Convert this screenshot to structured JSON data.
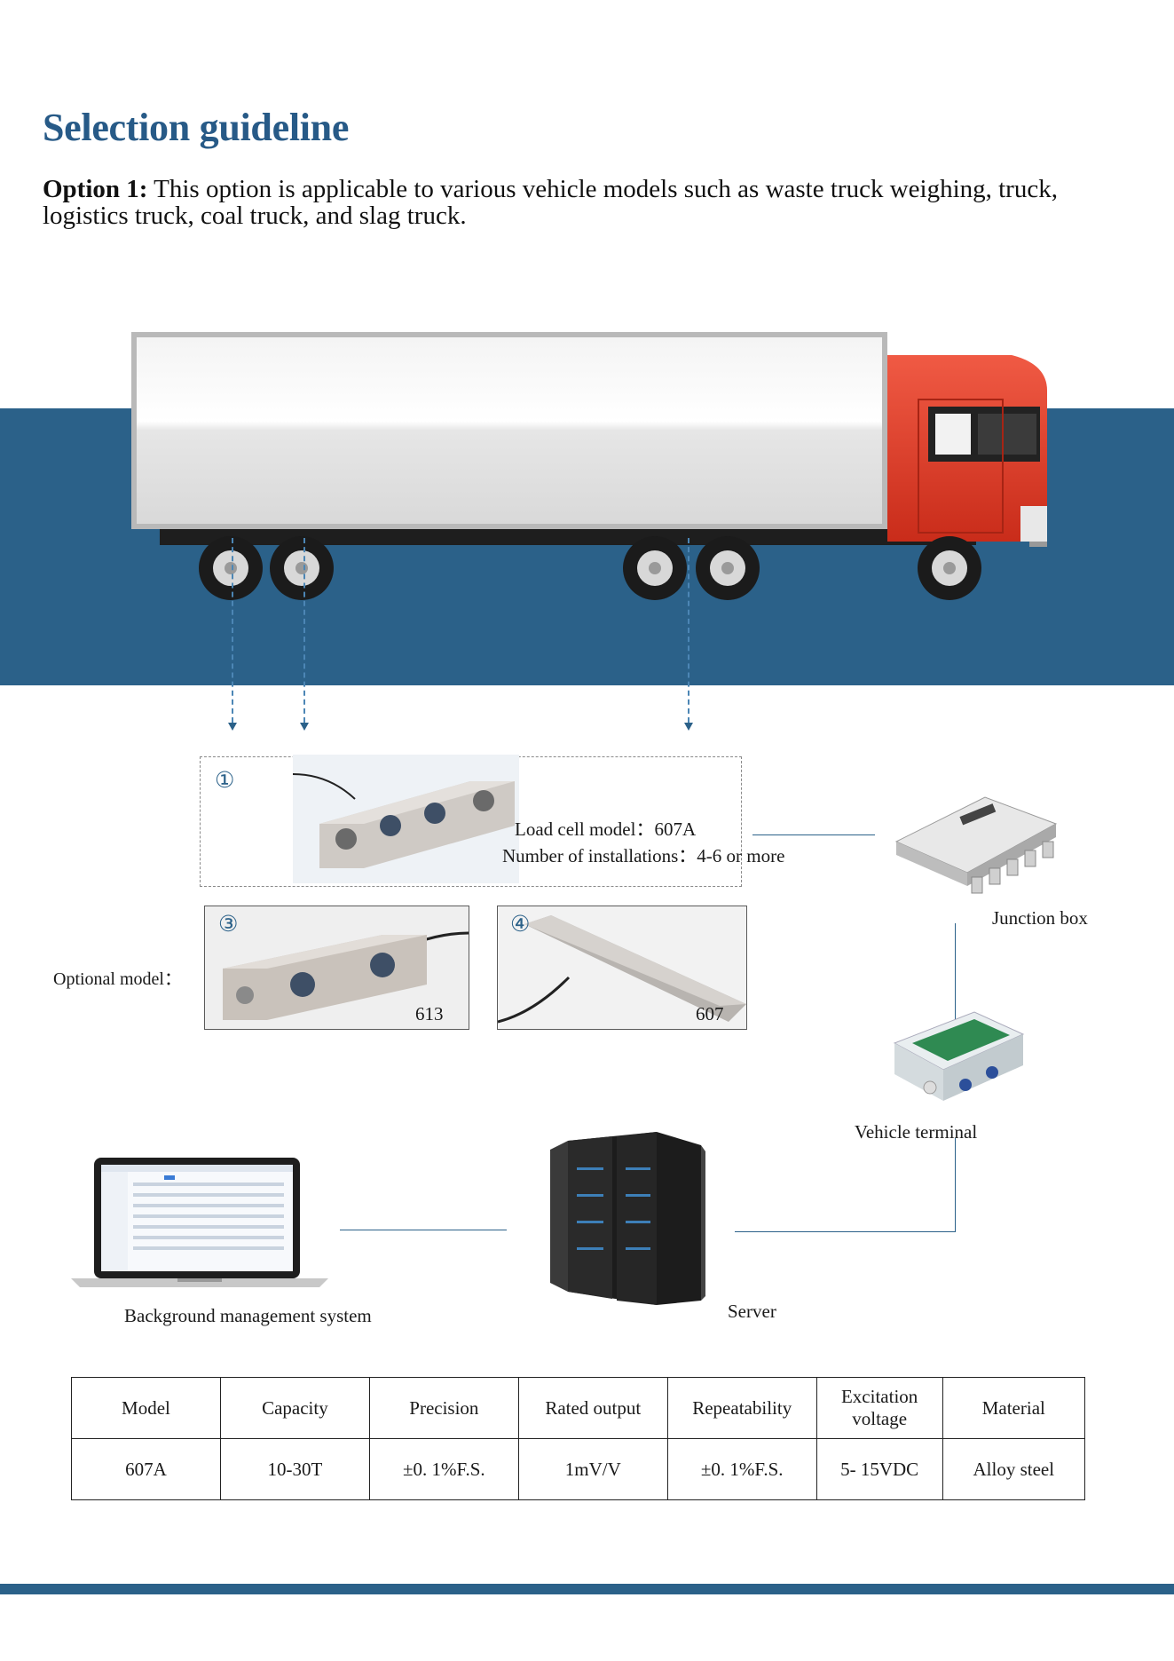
{
  "heading": "Selection guideline",
  "option": {
    "label": "Option 1:",
    "text": " This option is applicable to various vehicle models such as waste truck weighing, truck, logistics truck, coal truck, and slag truck."
  },
  "load_cell_main": {
    "number": "①",
    "model_line": "Load cell model：607A",
    "installs_line": "Number of installations：4-6 or more"
  },
  "optional": {
    "label": "Optional model：",
    "items": [
      {
        "number": "③",
        "model": "613"
      },
      {
        "number": "④",
        "model": "607"
      }
    ]
  },
  "devices": {
    "junction_box": "Junction box",
    "vehicle_terminal": "Vehicle terminal",
    "server": "Server",
    "background_system": "Background management system"
  },
  "spec_table": {
    "headers": [
      "Model",
      "Capacity",
      "Precision",
      "Rated output",
      "Repeatability",
      "Excitation voltage",
      "Material"
    ],
    "rows": [
      [
        "607A",
        "10-30T",
        "±0. 1%F.S.",
        "1mV/V",
        "±0. 1%F.S.",
        "5- 15VDC",
        "Alloy steel"
      ]
    ]
  },
  "colors": {
    "accent": "#275a87",
    "road": "#2b6189",
    "cab": "#e8402b"
  }
}
